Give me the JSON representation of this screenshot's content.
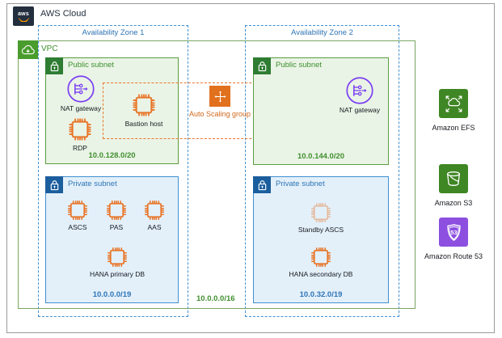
{
  "diagram": {
    "title": "AWS Cloud",
    "logo_alt": "aws",
    "vpc": {
      "label": "VPC",
      "cidr": "10.0.0.0/16"
    },
    "availability_zones": [
      {
        "label": "Availability Zone 1"
      },
      {
        "label": "Availability Zone 2"
      }
    ],
    "auto_scaling_group": {
      "label": "Auto Scaling group"
    },
    "subnets": [
      {
        "id": "pub1",
        "title": "Public subnet",
        "type": "public",
        "cidr": "10.0.128.0/20",
        "nodes": [
          {
            "label": "NAT gateway",
            "icon": "nat-gateway-icon"
          },
          {
            "label": "RDP",
            "icon": "ec2-instance-icon"
          },
          {
            "label": "Bastion host",
            "icon": "ec2-instance-icon"
          }
        ]
      },
      {
        "id": "pub2",
        "title": "Public subnet",
        "type": "public",
        "cidr": "10.0.144.0/20",
        "nodes": [
          {
            "label": "NAT gateway",
            "icon": "nat-gateway-icon"
          }
        ]
      },
      {
        "id": "priv1",
        "title": "Private subnet",
        "type": "private",
        "cidr": "10.0.0.0/19",
        "nodes": [
          {
            "label": "ASCS",
            "icon": "ec2-instance-icon"
          },
          {
            "label": "PAS",
            "icon": "ec2-instance-icon"
          },
          {
            "label": "AAS",
            "icon": "ec2-instance-icon"
          },
          {
            "label": "HANA primary DB",
            "icon": "ec2-instance-icon"
          }
        ]
      },
      {
        "id": "priv2",
        "title": "Private subnet",
        "type": "private",
        "cidr": "10.0.32.0/19",
        "nodes": [
          {
            "label": "Standby ASCS",
            "icon": "ec2-instance-icon"
          },
          {
            "label": "HANA secondary DB",
            "icon": "ec2-instance-icon"
          }
        ]
      }
    ],
    "services": [
      {
        "label": "Amazon EFS",
        "icon": "efs-icon",
        "color": "#3f8624"
      },
      {
        "label": "Amazon S3",
        "icon": "s3-bucket-icon",
        "color": "#3f8624"
      },
      {
        "label": "Amazon Route 53",
        "icon": "route53-icon",
        "color": "#8c4fe0"
      }
    ]
  },
  "colors": {
    "aws_navy": "#232f3e",
    "aws_orange": "#ff9900",
    "vpc_green": "#7aa661",
    "subnet_green": "#5a9e3f",
    "subnet_blue": "#3f8fd2",
    "asg_orange": "#e8762a",
    "instance_orange": "#e8762a",
    "natgw_purple": "#7b3ff2"
  }
}
